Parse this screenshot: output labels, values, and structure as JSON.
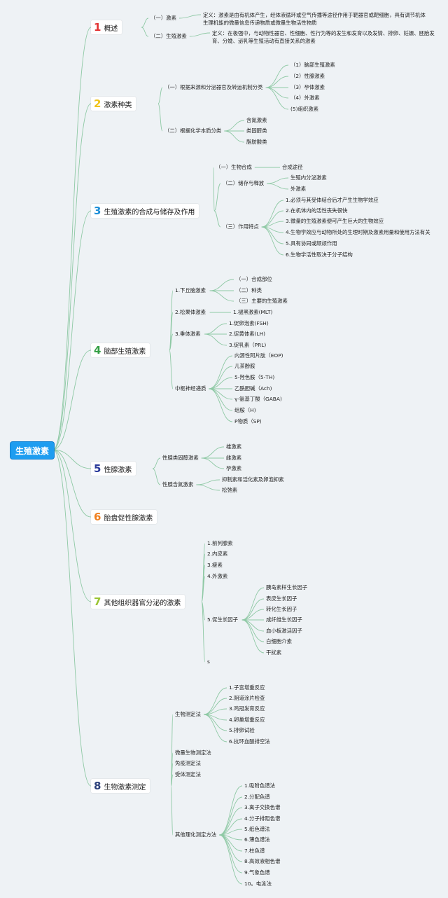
{
  "root": {
    "label": "生殖激素"
  },
  "colors": {
    "root_bg": "#1e9df0",
    "line": "#8fc9a5",
    "num_red": "#e33333",
    "num_yellow": "#f0c419",
    "num_blue": "#1e8fd8",
    "num_green": "#35a045",
    "num_navy": "#2a3a9a",
    "num_orange": "#f08020",
    "num_lime": "#9ac431",
    "num_dark": "#2b3f7a"
  },
  "branches": [
    {
      "num": "1",
      "label": "概述",
      "children": [
        {
          "label": "（一）激素",
          "children": [
            {
              "label": "定义：激素是由有机体产生，经体液循环或空气传播等途径作用于靶器官或靶细胞，具有调节机体生理机能的微量信息传递物质或微量生物活性物质"
            }
          ]
        },
        {
          "label": "（二）生殖激素",
          "children": [
            {
              "label": "定义：在极强中，与动物性器官、性细胞、性行为等的发生和发育以及发情、排卵、妊娠、胚胎发育、分娩、泌乳等生殖活动有直接关系的激素"
            }
          ]
        }
      ]
    },
    {
      "num": "2",
      "label": "激素种类",
      "children": [
        {
          "label": "（一）根据来源和分泌器官及转运机制分类",
          "children": [
            {
              "label": "（1）脑部生殖激素"
            },
            {
              "label": "（2）性腺激素"
            },
            {
              "label": "（3）孕体激素"
            },
            {
              "label": "（4）外激素"
            },
            {
              "label": "(5)组织激素"
            }
          ]
        },
        {
          "label": "（二）根据化学本质分类",
          "children": [
            {
              "label": "含氮激素"
            },
            {
              "label": "类固醇类"
            },
            {
              "label": "脂肪酸类"
            }
          ]
        }
      ]
    },
    {
      "num": "3",
      "label": "生殖激素的合成与储存及作用",
      "children": [
        {
          "label": "（一）生物合成",
          "children": [
            {
              "label": "合成途径"
            }
          ]
        },
        {
          "label": "（二）储存与释放",
          "children": [
            {
              "label": "生殖内分泌激素"
            },
            {
              "label": "外激素"
            }
          ]
        },
        {
          "label": "（三）作用特点",
          "children": [
            {
              "label": "1.必须与其受体结合后才产生生物学效应"
            },
            {
              "label": "2.在机体内的活性丧失很快"
            },
            {
              "label": "3.微量的生殖激素便可产生巨大的生物效应"
            },
            {
              "label": "4.生物学效应与动物所处的生理时期及激素用量和使用方法有关"
            },
            {
              "label": "5.具有协同或颉颃作用"
            },
            {
              "label": "6.生物学活性取决于分子结构"
            }
          ]
        }
      ]
    },
    {
      "num": "4",
      "label": "脑部生殖激素",
      "children": [
        {
          "label": "1.下丘脑激素",
          "children": [
            {
              "label": "（一）合成部位"
            },
            {
              "label": "（二）种类"
            },
            {
              "label": "（三）主要的生殖激素"
            }
          ]
        },
        {
          "label": "2.松果体激素",
          "children": [
            {
              "label": "1.褪黑激素(MLT)"
            }
          ]
        },
        {
          "label": "3.垂体激素",
          "children": [
            {
              "label": "1.促卵泡素(FSH)"
            },
            {
              "label": "2.促黄体素(LH)"
            },
            {
              "label": "3.促乳素（PRL)"
            }
          ]
        },
        {
          "label": "中枢神经递质",
          "children": [
            {
              "label": "内源性阿片肽（EOP)"
            },
            {
              "label": "儿茶酚胺"
            },
            {
              "label": "5-羟色胺（5-TH)"
            },
            {
              "label": "乙酰胆碱（Ach)"
            },
            {
              "label": "γ-氨基丁酸（GABA)"
            },
            {
              "label": "组胺（H)"
            },
            {
              "label": "P物质（SP)"
            }
          ]
        }
      ]
    },
    {
      "num": "5",
      "label": "性腺激素",
      "children": [
        {
          "label": "性腺类固醇激素",
          "children": [
            {
              "label": "雄激素"
            },
            {
              "label": "雌激素"
            },
            {
              "label": "孕激素"
            }
          ]
        },
        {
          "label": "性腺含氮激素",
          "children": [
            {
              "label": "抑制素和活化素及卵泡抑素"
            },
            {
              "label": "松弛素"
            }
          ]
        }
      ]
    },
    {
      "num": "6",
      "label": "胎盘促性腺激素",
      "children": []
    },
    {
      "num": "7",
      "label": "其他组织器官分泌的激素",
      "children": [
        {
          "label": "1.前列腺素"
        },
        {
          "label": "2.内皮素"
        },
        {
          "label": "3.瘦素"
        },
        {
          "label": "4.外激素"
        },
        {
          "label": "5.促生长因子",
          "children": [
            {
              "label": "胰岛素样生长因子"
            },
            {
              "label": "表皮生长因子"
            },
            {
              "label": "转化生长因子"
            },
            {
              "label": "成纤维生长因子"
            },
            {
              "label": "血小板激活因子"
            },
            {
              "label": "白细胞介素"
            },
            {
              "label": "干扰素"
            }
          ]
        },
        {
          "label": "s"
        }
      ]
    },
    {
      "num": "8",
      "label": "生物激素测定",
      "children": [
        {
          "label": "生物测定法",
          "children": [
            {
              "label": "1.子宫增重反应"
            },
            {
              "label": "2.阴道涂片检查"
            },
            {
              "label": "3.鸡冠发育反应"
            },
            {
              "label": "4.卵巢增重反应"
            },
            {
              "label": "5.排卵试验"
            },
            {
              "label": "6.抗环血酸排空法"
            }
          ]
        },
        {
          "label": "微量生物测定法"
        },
        {
          "label": "免疫测定法"
        },
        {
          "label": "受体测定法"
        },
        {
          "label": "其他理化测定方法",
          "children": [
            {
              "label": "1.吸附色谱法"
            },
            {
              "label": "2.分配色谱"
            },
            {
              "label": "3.离子交换色谱"
            },
            {
              "label": "4.分子排阻色谱"
            },
            {
              "label": "5.纸色谱法"
            },
            {
              "label": "6.薄色谱法"
            },
            {
              "label": "7.柱色谱"
            },
            {
              "label": "8.高效液相色谱"
            },
            {
              "label": "9.气象色谱"
            },
            {
              "label": "10。电泳法"
            }
          ]
        }
      ]
    }
  ]
}
